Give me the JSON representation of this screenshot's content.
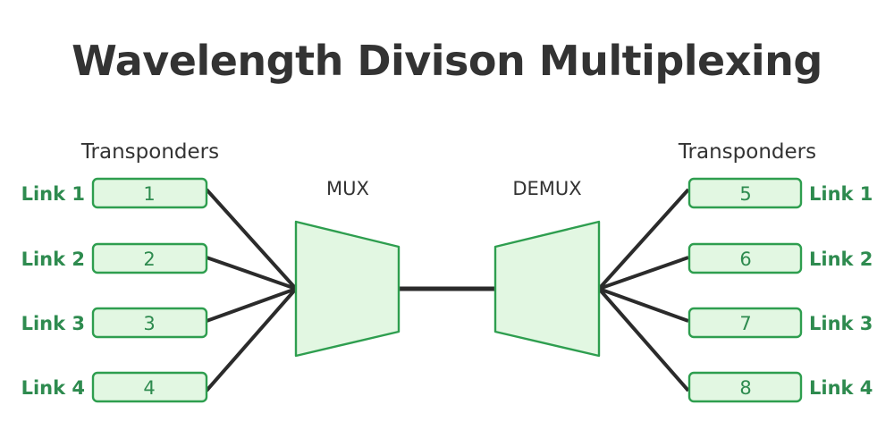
{
  "page": {
    "title": "Wavelength Divison Multiplexing",
    "background_color": "#ffffff"
  },
  "theme": {
    "accent_green": "#2e9e4f",
    "fill_green": "#e2f7e2",
    "text_green": "#2e8b4f",
    "text_dark": "#333333",
    "line_dark": "#2b2b2b"
  },
  "left_section": {
    "heading": "Transponders",
    "channels": [
      {
        "link_label": "Link 1",
        "number": "1"
      },
      {
        "link_label": "Link 2",
        "number": "2"
      },
      {
        "link_label": "Link 3",
        "number": "3"
      },
      {
        "link_label": "Link 4",
        "number": "4"
      }
    ]
  },
  "right_section": {
    "heading": "Transponders",
    "channels": [
      {
        "link_label": "Link 1",
        "number": "5"
      },
      {
        "link_label": "Link 2",
        "number": "6"
      },
      {
        "link_label": "Link 3",
        "number": "7"
      },
      {
        "link_label": "Link 4",
        "number": "8"
      }
    ]
  },
  "devices": {
    "mux_label": "MUX",
    "demux_label": "DEMUX"
  },
  "chart_data": {
    "type": "diagram",
    "title": "Wavelength Divison Multiplexing",
    "nodes": [
      {
        "id": "tx1",
        "label": "1",
        "group": "left-transponders",
        "link": "Link 1"
      },
      {
        "id": "tx2",
        "label": "2",
        "group": "left-transponders",
        "link": "Link 2"
      },
      {
        "id": "tx3",
        "label": "3",
        "group": "left-transponders",
        "link": "Link 3"
      },
      {
        "id": "tx4",
        "label": "4",
        "group": "left-transponders",
        "link": "Link 4"
      },
      {
        "id": "mux",
        "label": "MUX",
        "group": "device"
      },
      {
        "id": "demux",
        "label": "DEMUX",
        "group": "device"
      },
      {
        "id": "rx5",
        "label": "5",
        "group": "right-transponders",
        "link": "Link 1"
      },
      {
        "id": "rx6",
        "label": "6",
        "group": "right-transponders",
        "link": "Link 2"
      },
      {
        "id": "rx7",
        "label": "7",
        "group": "right-transponders",
        "link": "Link 3"
      },
      {
        "id": "rx8",
        "label": "8",
        "group": "right-transponders",
        "link": "Link 4"
      }
    ],
    "edges": [
      {
        "from": "tx1",
        "to": "mux"
      },
      {
        "from": "tx2",
        "to": "mux"
      },
      {
        "from": "tx3",
        "to": "mux"
      },
      {
        "from": "tx4",
        "to": "mux"
      },
      {
        "from": "mux",
        "to": "demux"
      },
      {
        "from": "demux",
        "to": "rx5"
      },
      {
        "from": "demux",
        "to": "rx6"
      },
      {
        "from": "demux",
        "to": "rx7"
      },
      {
        "from": "demux",
        "to": "rx8"
      }
    ]
  }
}
